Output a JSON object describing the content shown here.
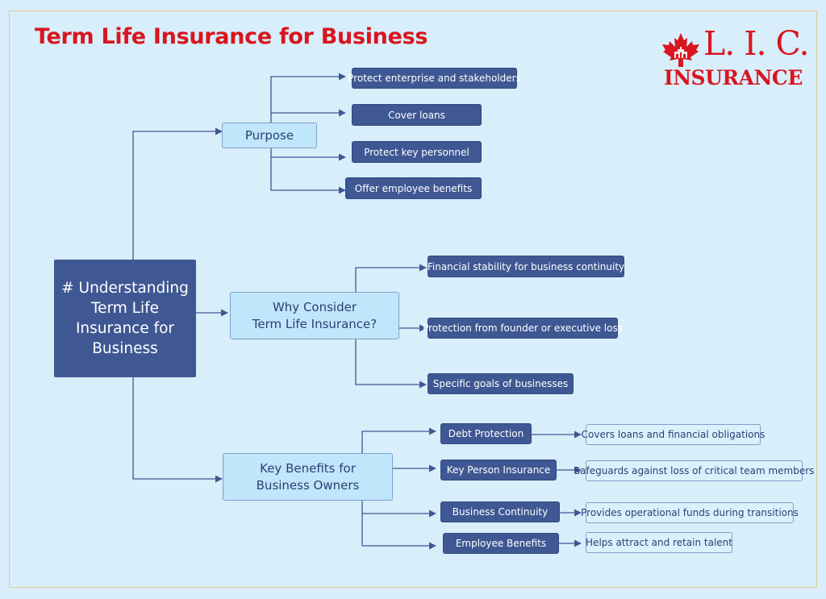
{
  "title": "Term Life Insurance for Business",
  "logo": {
    "top": "L. I. C.",
    "bottom": "INSURANCE",
    "icon": "maple-leaf-icon",
    "color": "#d9151f"
  },
  "colors": {
    "dark_node": "#3f5893",
    "light_node": "#bfe6fb",
    "line": "#3f5893",
    "background": "#d8eefa"
  },
  "root": {
    "label": "# Understanding Term Life Insurance for Business"
  },
  "purpose": {
    "label": "Purpose",
    "items": [
      "Protect enterprise and stakeholders",
      "Cover loans",
      "Protect key personnel",
      "Offer employee benefits"
    ]
  },
  "why": {
    "line1": "Why Consider",
    "line2": "Term Life Insurance?",
    "items": [
      "Financial stability for business continuity",
      "Protection from founder or executive loss",
      "Specific goals of businesses"
    ]
  },
  "benefits": {
    "line1": "Key Benefits for",
    "line2": "Business Owners",
    "items": [
      {
        "label": "Debt Protection",
        "detail": "Covers loans and financial obligations"
      },
      {
        "label": "Key Person Insurance",
        "detail": "Safeguards against loss of critical team members"
      },
      {
        "label": "Business Continuity",
        "detail": "Provides operational funds during transitions"
      },
      {
        "label": "Employee Benefits",
        "detail": "Helps attract and retain talent"
      }
    ]
  }
}
